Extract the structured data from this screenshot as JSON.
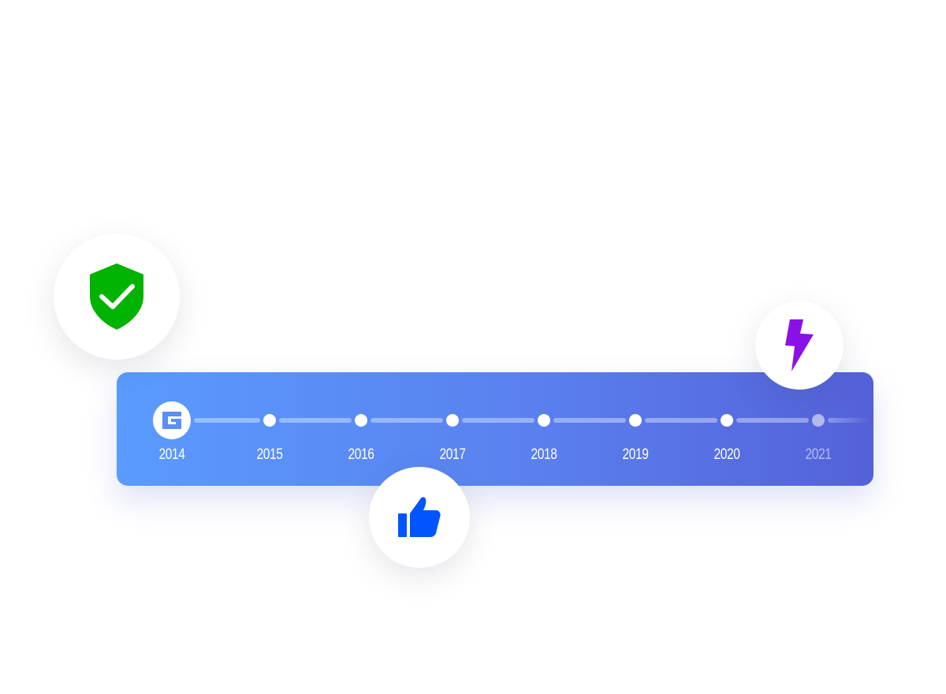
{
  "timeline": {
    "years": [
      {
        "label": "2014",
        "state": "start"
      },
      {
        "label": "2015",
        "state": "active"
      },
      {
        "label": "2016",
        "state": "active"
      },
      {
        "label": "2017",
        "state": "active"
      },
      {
        "label": "2018",
        "state": "active"
      },
      {
        "label": "2019",
        "state": "active"
      },
      {
        "label": "2020",
        "state": "active"
      },
      {
        "label": "2021",
        "state": "dim"
      }
    ],
    "logo_icon": "g-logo-icon"
  },
  "badges": [
    {
      "icon": "shield-check-icon",
      "color": "#00b300"
    },
    {
      "icon": "thumbs-up-icon",
      "color": "#0055ff"
    },
    {
      "icon": "lightning-bolt-icon",
      "color": "#8a10e8"
    }
  ],
  "colors": {
    "card_gradient_start": "#5a9bff",
    "card_gradient_end": "#5461d9",
    "shield": "#00b300",
    "thumb": "#0055ff",
    "bolt": "#8a10e8"
  }
}
